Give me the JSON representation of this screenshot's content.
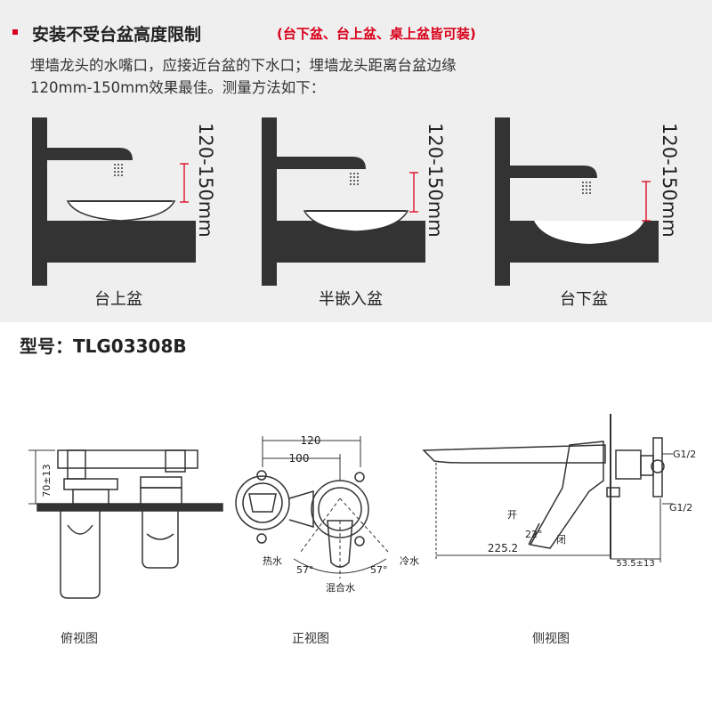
{
  "header": {
    "title": "安装不受台盆高度限制",
    "title_note": "(台下盆、台上盆、桌上盆皆可装)",
    "description_line1": "埋墙龙头的水嘴口，应接近台盆的下水口；埋墙龙头距离台盆边缘",
    "description_line2": "120mm-150mm效果最佳。测量方法如下："
  },
  "basin_types": [
    {
      "label": "台上盆",
      "dimension": "120-150mm"
    },
    {
      "label": "半嵌入盆",
      "dimension": "120-150mm"
    },
    {
      "label": "台下盆",
      "dimension": "120-150mm"
    }
  ],
  "model": {
    "label": "型号：TLG03308B"
  },
  "views": {
    "top": {
      "label": "俯视图",
      "dim_height": "70±13"
    },
    "front": {
      "label": "正视图",
      "dim_outer": "120",
      "dim_inner": "100",
      "hot": "热水",
      "cold": "冷水",
      "mixed": "混合水",
      "angle_left": "57°",
      "angle_right": "57°"
    },
    "side": {
      "label": "侧视图",
      "thread_top": "G1/2",
      "thread_bottom": "G1/2",
      "open": "开",
      "close": "闭",
      "angle": "22°",
      "length": "225.2",
      "depth": "53.5±13"
    }
  },
  "colors": {
    "accent_red": "#d9001b",
    "panel_bg": "#efefef",
    "dark": "#333333"
  }
}
